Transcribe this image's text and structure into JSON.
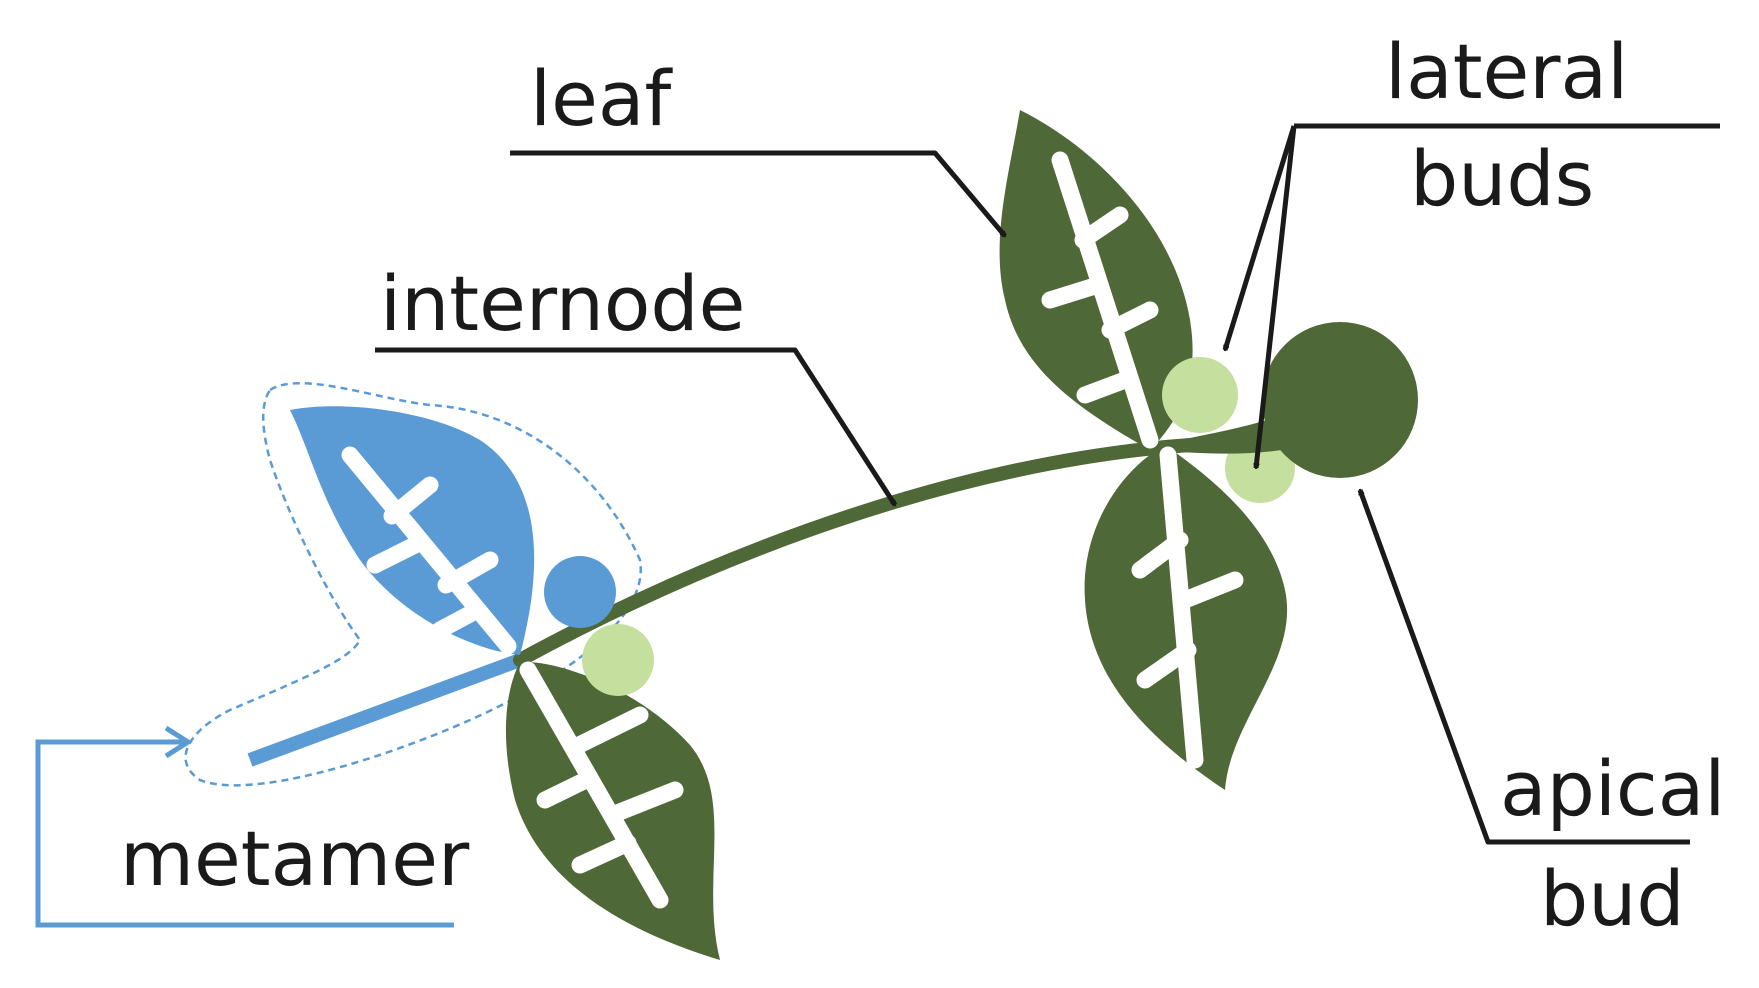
{
  "labels": {
    "leaf": "leaf",
    "lateral_line1": "lateral",
    "lateral_line2": "buds",
    "internode": "internode",
    "metamer": "metamer",
    "apical_line1": "apical",
    "apical_line2": "bud"
  },
  "colors": {
    "leaf_green": "#4f6838",
    "bud_light_green": "#c5df9e",
    "metamer_blue": "#5b9bd5",
    "callout_line": "#1a1a1a",
    "vein": "#ffffff"
  }
}
